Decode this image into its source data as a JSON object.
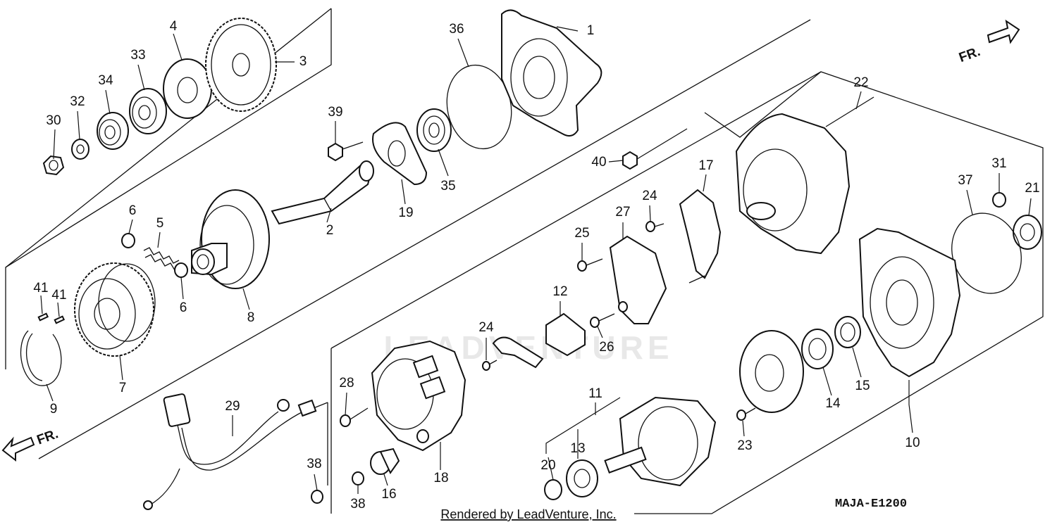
{
  "diagram_code": "MAJA-E1200",
  "footer": "Rendered by LeadVenture, Inc.",
  "watermark": "LEADVENTURE",
  "direction_labels": {
    "top_right": "FR.",
    "bottom_left": "FR."
  },
  "callouts": [
    {
      "id": "c1",
      "text": "1"
    },
    {
      "id": "c2",
      "text": "2"
    },
    {
      "id": "c3",
      "text": "3"
    },
    {
      "id": "c4",
      "text": "4"
    },
    {
      "id": "c5",
      "text": "5"
    },
    {
      "id": "c6a",
      "text": "6"
    },
    {
      "id": "c6b",
      "text": "6"
    },
    {
      "id": "c7",
      "text": "7"
    },
    {
      "id": "c8",
      "text": "8"
    },
    {
      "id": "c9",
      "text": "9"
    },
    {
      "id": "c10",
      "text": "10"
    },
    {
      "id": "c11",
      "text": "11"
    },
    {
      "id": "c12",
      "text": "12"
    },
    {
      "id": "c13",
      "text": "13"
    },
    {
      "id": "c14",
      "text": "14"
    },
    {
      "id": "c15",
      "text": "15"
    },
    {
      "id": "c16",
      "text": "16"
    },
    {
      "id": "c17",
      "text": "17"
    },
    {
      "id": "c18",
      "text": "18"
    },
    {
      "id": "c19",
      "text": "19"
    },
    {
      "id": "c20",
      "text": "20"
    },
    {
      "id": "c21",
      "text": "21"
    },
    {
      "id": "c22",
      "text": "22"
    },
    {
      "id": "c23",
      "text": "23"
    },
    {
      "id": "c24a",
      "text": "24"
    },
    {
      "id": "c24b",
      "text": "24"
    },
    {
      "id": "c25",
      "text": "25"
    },
    {
      "id": "c26",
      "text": "26"
    },
    {
      "id": "c27",
      "text": "27"
    },
    {
      "id": "c28",
      "text": "28"
    },
    {
      "id": "c29",
      "text": "29"
    },
    {
      "id": "c30",
      "text": "30"
    },
    {
      "id": "c31",
      "text": "31"
    },
    {
      "id": "c32",
      "text": "32"
    },
    {
      "id": "c33",
      "text": "33"
    },
    {
      "id": "c34",
      "text": "34"
    },
    {
      "id": "c35",
      "text": "35"
    },
    {
      "id": "c36",
      "text": "36"
    },
    {
      "id": "c37",
      "text": "37"
    },
    {
      "id": "c38a",
      "text": "38"
    },
    {
      "id": "c38b",
      "text": "38"
    },
    {
      "id": "c39",
      "text": "39"
    },
    {
      "id": "c40",
      "text": "40"
    },
    {
      "id": "c41a",
      "text": "41"
    },
    {
      "id": "c41b",
      "text": "41"
    }
  ]
}
